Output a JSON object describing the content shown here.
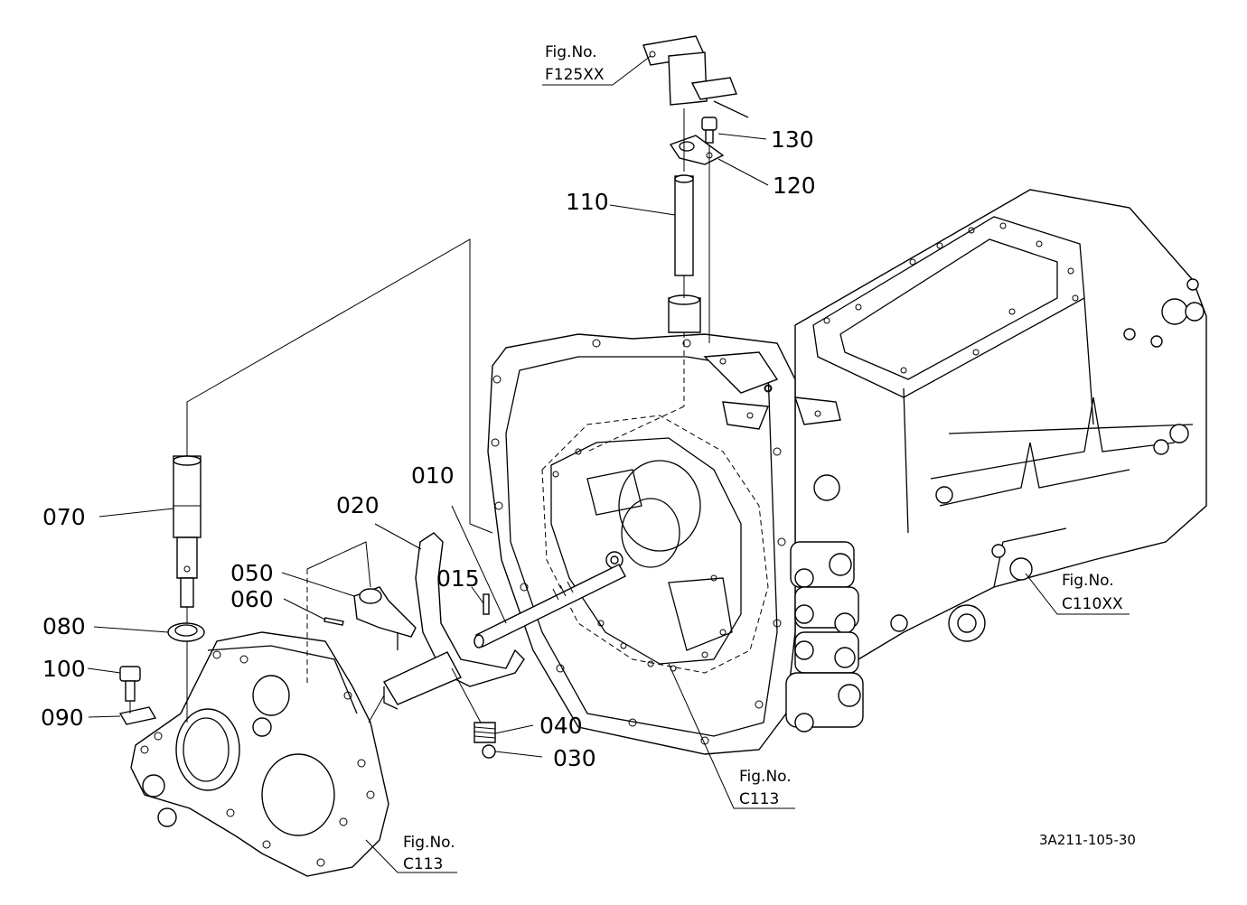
{
  "parts": [
    {
      "id": "p010",
      "label": "010"
    },
    {
      "id": "p015",
      "label": "015"
    },
    {
      "id": "p020",
      "label": "020"
    },
    {
      "id": "p030",
      "label": "030"
    },
    {
      "id": "p040",
      "label": "040"
    },
    {
      "id": "p050",
      "label": "050"
    },
    {
      "id": "p060",
      "label": "060"
    },
    {
      "id": "p070",
      "label": "070"
    },
    {
      "id": "p080",
      "label": "080"
    },
    {
      "id": "p090",
      "label": "090"
    },
    {
      "id": "p100",
      "label": "100"
    },
    {
      "id": "p110",
      "label": "110"
    },
    {
      "id": "p120",
      "label": "120"
    },
    {
      "id": "p130",
      "label": "130"
    }
  ],
  "figure_refs": [
    {
      "id": "f125",
      "caption": "Fig.No.",
      "code": "F125XX"
    },
    {
      "id": "c110",
      "caption": "Fig.No.",
      "code": "C110XX"
    },
    {
      "id": "c113a",
      "caption": "Fig.No.",
      "code": "C113"
    },
    {
      "id": "c113b",
      "caption": "Fig.No.",
      "code": "C113"
    }
  ],
  "drawing_code": "3A211-105-30"
}
